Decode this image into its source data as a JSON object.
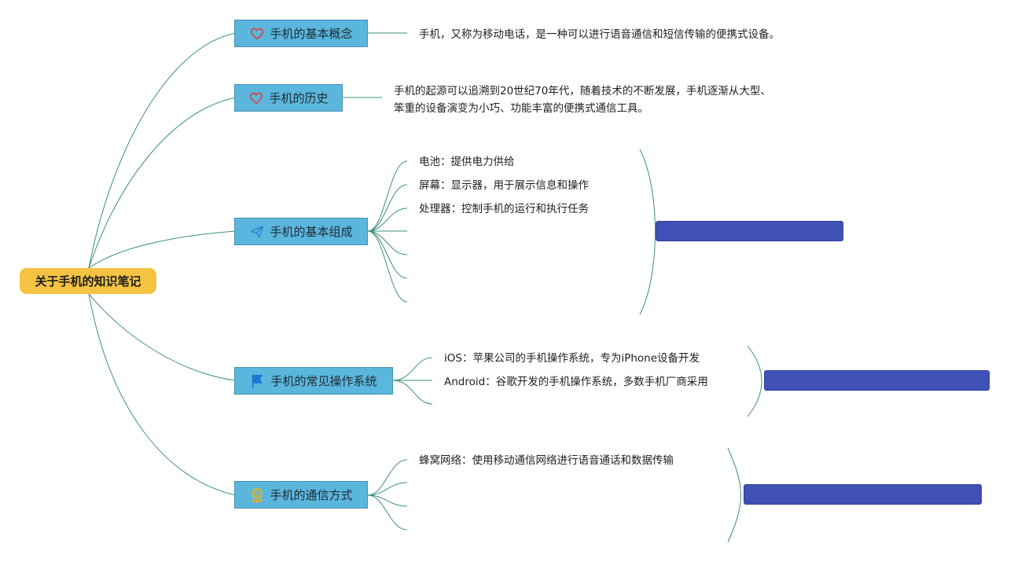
{
  "root": {
    "label": "关于手机的知识笔记"
  },
  "topics": [
    {
      "label": "手机的基本概念",
      "icon": "heart-icon"
    },
    {
      "label": "手机的历史",
      "icon": "heart-icon"
    },
    {
      "label": "手机的基本组成",
      "icon": "paper-plane-icon"
    },
    {
      "label": "手机的常见操作系统",
      "icon": "flag-icon"
    },
    {
      "label": "手机的通信方式",
      "icon": "award-ribbon-icon"
    }
  ],
  "concept": {
    "text": "手机，又称为移动电话，是一种可以进行语音通信和短信传输的便携式设备。"
  },
  "history": {
    "line1": "手机的起源可以追溯到20世纪70年代，随着技术的不断发展，手机逐渐从大型、",
    "line2": "笨重的设备演变为小巧、功能丰富的便携式通信工具。"
  },
  "components": {
    "items": [
      "电池：提供电力供给",
      "屏幕：显示器，用于展示信息和操作",
      "处理器：控制手机的运行和执行任务"
    ]
  },
  "os": {
    "items": [
      "iOS：苹果公司的手机操作系统，专为iPhone设备开发",
      "Android：谷歌开发的手机操作系统，多数手机厂商采用"
    ]
  },
  "comm": {
    "items": [
      "蜂窝网络：使用移动通信网络进行语音通话和数据传输"
    ]
  },
  "colors": {
    "root": "#f4c343",
    "topic": "#5ab6dd",
    "summary": "#3f51b5",
    "edge": "#3f8f7a",
    "heart": "#d9423a",
    "plane": "#2a7fd4",
    "flag": "#1976d2",
    "award": "#e0b625"
  }
}
